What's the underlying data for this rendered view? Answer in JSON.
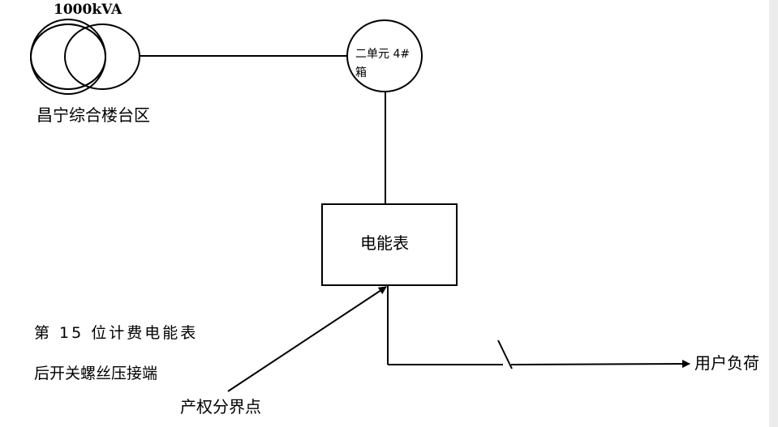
{
  "transformer": {
    "rating": "1000kVA",
    "station_name": "昌宁综合楼台区"
  },
  "distribution_box": {
    "name": "二单元 4#箱"
  },
  "meter": {
    "label": "电能表"
  },
  "notes": {
    "meter_position": "第 15 位计费电能表",
    "switch_terminal": "后开关螺丝压接端"
  },
  "boundary_point": {
    "label": "产权分界点"
  },
  "load": {
    "label": "用户负荷"
  },
  "colors": {
    "line": "#000000",
    "background": "#ffffff"
  }
}
